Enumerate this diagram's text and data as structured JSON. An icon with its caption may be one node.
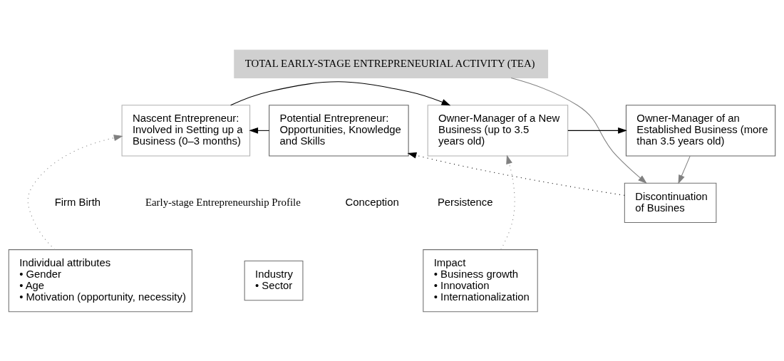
{
  "diagram": {
    "nodes": [
      {
        "text": [
          "Discontinuation of Busines"
        ]
      },
      {
        "text": [
          "TOTAL EARLY-STAGE ENTREPRENEURIAL ACTIVITY (TEA)"
        ]
      },
      {
        "text": [
          "Potential Entrepreneur: Opportunities, Knowledge and Skills"
        ]
      },
      {
        "text": [
          "Nascent Entrepreneur: Involved in Setting up a Business (0–3 months)"
        ]
      },
      {
        "text": [
          "Owner-Manager of a New Business (up to 3.5 years old)"
        ]
      },
      {
        "text": [
          "Owner-Manager of an Established Business (more than 3.5 years old)"
        ]
      },
      {
        "text": [
          "Individual attributes",
          "• Gender",
          "• Age",
          "• Motivation (opportunity, necessity)"
        ]
      },
      {
        "text": [
          "Industry",
          "• Sector"
        ]
      },
      {
        "text": [
          "Impact",
          "• Business growth",
          "• Innovation",
          "• Internationalization"
        ]
      }
    ],
    "edges": [
      {
        "from": 0,
        "to": 2,
        "arrow": "to",
        "style": "dashed"
      },
      {
        "from": 1,
        "to": 0,
        "arrow": "to",
        "color": "#808080"
      },
      {
        "from": 5,
        "to": 0,
        "arrow": "to",
        "color": "#808080"
      },
      {
        "from": 2,
        "to": 3,
        "arrow": "to"
      },
      {
        "from": 3,
        "to": 4,
        "arrow": "to"
      },
      {
        "from": 4,
        "to": 5,
        "arrow": "to"
      },
      {
        "from": 6,
        "to": 3,
        "arrow": "to",
        "style": "dashed",
        "color": "#808080"
      },
      {
        "from": 8,
        "to": 4,
        "arrow": "to",
        "style": "dashed",
        "color": "#808080"
      }
    ],
    "labels": [
      "Conception",
      "Firm Birth",
      "Persistence",
      "Early-stage Entrepreneurship Profile"
    ]
  }
}
